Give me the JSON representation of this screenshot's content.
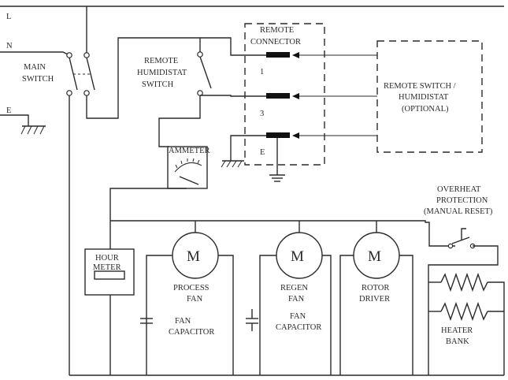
{
  "lines": {
    "l": "L",
    "n": "N",
    "e": "E"
  },
  "labels": {
    "main_switch": [
      "MAIN",
      "SWITCH"
    ],
    "remote_humidistat_switch": [
      "REMOTE",
      "HUMIDISTAT",
      "SWITCH"
    ],
    "remote_connector": [
      "REMOTE",
      "CONNECTOR"
    ],
    "pin_1": "1",
    "pin_3": "3",
    "pin_e": "E",
    "remote_switch_humidistat": [
      "REMOTE SWITCH /",
      "HUMIDISTAT",
      "(OPTIONAL)"
    ],
    "ammeter": "AMMETER",
    "hour_meter": [
      "HOUR",
      "METER"
    ],
    "overheat_protection": [
      "OVERHEAT",
      "PROTECTION",
      "(MANUAL RESET)"
    ],
    "process_fan": [
      "PROCESS",
      "FAN"
    ],
    "regen_fan": [
      "REGEN",
      "FAN"
    ],
    "rotor_driver": [
      "ROTOR",
      "DRIVER"
    ],
    "fan_capacitor_1": [
      "FAN",
      "CAPACITOR"
    ],
    "fan_capacitor_2": [
      "FAN",
      "CAPACITOR"
    ],
    "heater_bank": [
      "HEATER",
      "BANK"
    ],
    "motor_symbol": "M"
  }
}
